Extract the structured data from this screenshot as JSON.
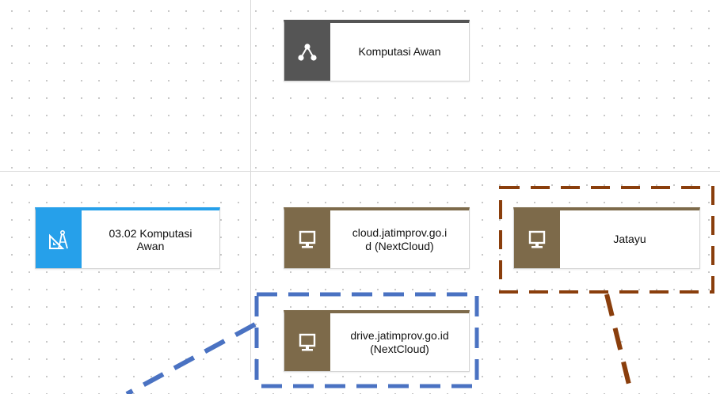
{
  "nodes": {
    "komputasi_awan": {
      "label": "Komputasi Awan",
      "icon": "network-share-icon",
      "color": "#555555"
    },
    "komputasi_0302": {
      "label_line1": "03.02 Komputasi",
      "label_line2": "Awan",
      "icon": "drafting-tools-icon",
      "color": "#26a0ea"
    },
    "cloud": {
      "label_line1": "cloud.jatimprov.go.i",
      "label_line2": "d (NextCloud)",
      "icon": "monitor-icon",
      "color": "#7d6a4a"
    },
    "jatayu": {
      "label": "Jatayu",
      "icon": "monitor-icon",
      "color": "#7d6a4a"
    },
    "drive": {
      "label_line1": "drive.jatimprov.go.id",
      "label_line2": "(NextCloud)",
      "icon": "monitor-icon",
      "color": "#7d6a4a"
    }
  },
  "highlights": {
    "drive_box_color": "#4a72c2",
    "jatayu_box_color": "#8a3e0c"
  }
}
